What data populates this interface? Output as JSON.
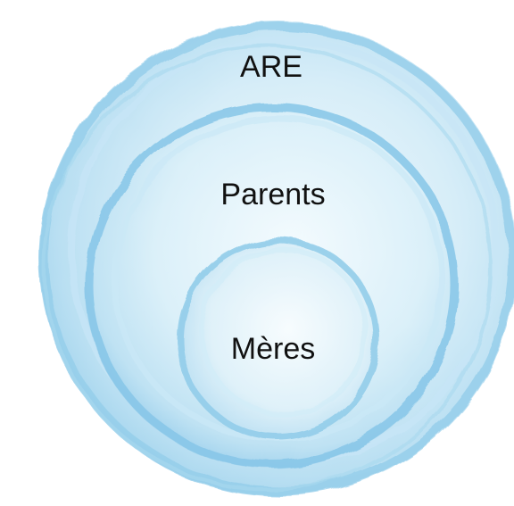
{
  "diagram": {
    "circles": [
      {
        "label": "ARE",
        "level": "outer"
      },
      {
        "label": "Parents",
        "level": "middle"
      },
      {
        "label": "Mères",
        "level": "inner"
      }
    ],
    "colors": {
      "fill_light": "#e6f4fb",
      "fill_mid": "#bfe1f3",
      "stroke": "#8ccbe9",
      "stroke_dark": "#6bb8e0"
    }
  }
}
